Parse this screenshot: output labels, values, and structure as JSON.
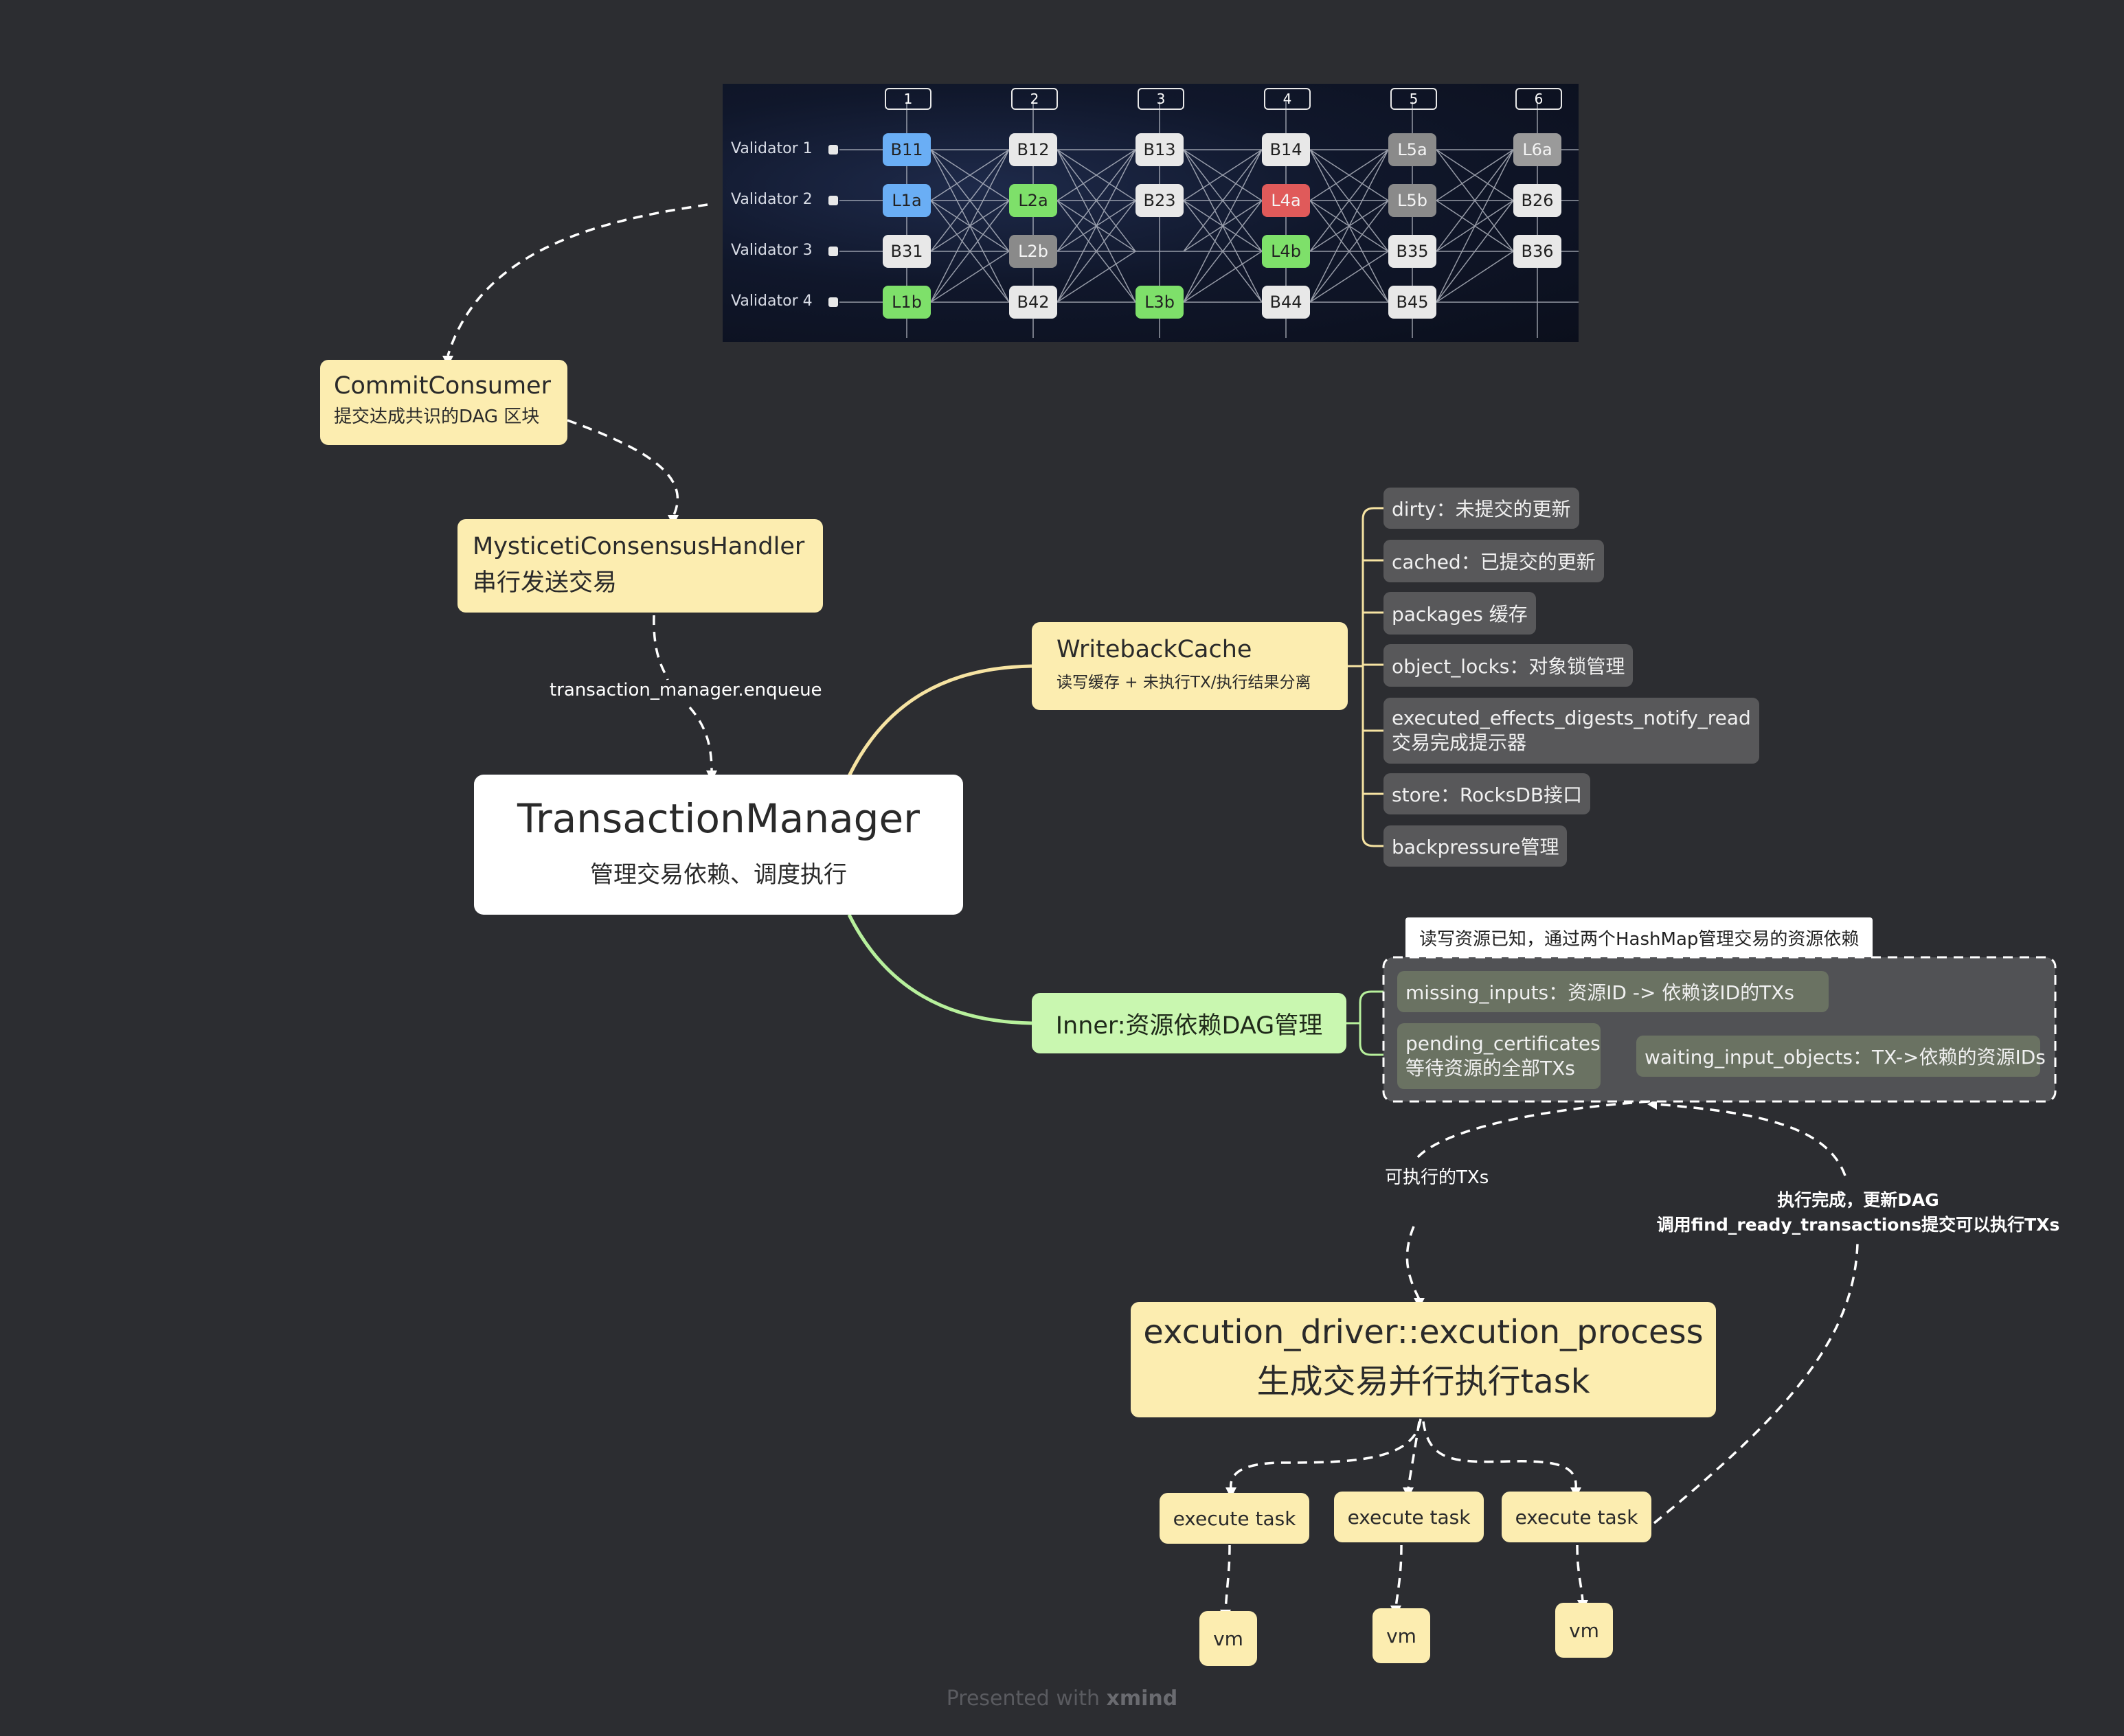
{
  "dag": {
    "columns": [
      "1",
      "2",
      "3",
      "4",
      "5",
      "6"
    ],
    "validators": [
      "Validator 1",
      "Validator 2",
      "Validator 3",
      "Validator 4"
    ],
    "rows": [
      [
        {
          "t": "B11",
          "c": "#6aaef5"
        },
        {
          "t": "B12",
          "c": "#e8e8e8"
        },
        {
          "t": "B13",
          "c": "#e8e8e8"
        },
        {
          "t": "B14",
          "c": "#e8e8e8"
        },
        {
          "t": "L5a",
          "c": "#8a8a8a"
        },
        {
          "t": "L6a",
          "c": "#9a9a9a"
        }
      ],
      [
        {
          "t": "L1a",
          "c": "#6aaef5"
        },
        {
          "t": "L2a",
          "c": "#7ee06a"
        },
        {
          "t": "B23",
          "c": "#e8e8e8"
        },
        {
          "t": "L4a",
          "c": "#e05a5a"
        },
        {
          "t": "L5b",
          "c": "#8a8a8a"
        },
        {
          "t": "B26",
          "c": "#e8e8e8"
        }
      ],
      [
        {
          "t": "B31",
          "c": "#e8e8e8"
        },
        {
          "t": "L2b",
          "c": "#8a8a8a"
        },
        {
          "t": "",
          "c": ""
        },
        {
          "t": "L4b",
          "c": "#7ee06a"
        },
        {
          "t": "B35",
          "c": "#e8e8e8"
        },
        {
          "t": "B36",
          "c": "#e8e8e8"
        }
      ],
      [
        {
          "t": "L1b",
          "c": "#7ee06a"
        },
        {
          "t": "B42",
          "c": "#e8e8e8"
        },
        {
          "t": "L3b",
          "c": "#7ee06a"
        },
        {
          "t": "B44",
          "c": "#e8e8e8"
        },
        {
          "t": "B45",
          "c": "#e8e8e8"
        },
        {
          "t": "",
          "c": ""
        }
      ]
    ]
  },
  "commit_consumer": {
    "title": "CommitConsumer",
    "subtitle": "提交达成共识的DAG 区块"
  },
  "consensus_handler": {
    "title": "MysticetiConsensusHandler",
    "subtitle": "串行发送交易"
  },
  "enqueue_label": "transaction_manager.enqueue",
  "transaction_manager": {
    "title": "TransactionManager",
    "subtitle": "管理交易依赖、调度执行"
  },
  "writeback_cache": {
    "title": "WritebackCache",
    "subtitle": "读写缓存 + 未执行TX/执行结果分离",
    "items": [
      "dirty：未提交的更新",
      "cached：已提交的更新",
      "packages 缓存",
      "object_locks：对象锁管理",
      "executed_effects_digests_notify_read",
      "交易完成提示器",
      "store：RocksDB接口",
      "backpressure管理"
    ]
  },
  "inner": {
    "title": "Inner:资源依赖DAG管理",
    "callout": "读写资源已知，通过两个HashMap管理交易的资源依赖",
    "missing_inputs": "missing_inputs：资源ID -> 依赖该ID的TXs",
    "pending_certificates": [
      "pending_certificates",
      "等待资源的全部TXs"
    ],
    "waiting_input_objects": "waiting_input_objects：TX->依赖的资源IDs"
  },
  "executable_label": "可执行的TXs",
  "done_label": [
    "执行完成，更新DAG",
    "调用find_ready_transactions提交可以执行TXs"
  ],
  "execution_driver": {
    "title": "excution_driver::excution_process",
    "subtitle": "生成交易并行执行task"
  },
  "tasks": [
    "execute task",
    "execute task",
    "execute task"
  ],
  "vms": [
    "vm",
    "vm",
    "vm"
  ],
  "footer": {
    "prefix": "Presented with ",
    "brand": "xmind"
  },
  "colors": {
    "background": "#2c2d31",
    "yellow": "#fcedb0",
    "green": "#c9f7b0",
    "grey_leaf": "#58585a",
    "olive_leaf": "#6a7262"
  }
}
